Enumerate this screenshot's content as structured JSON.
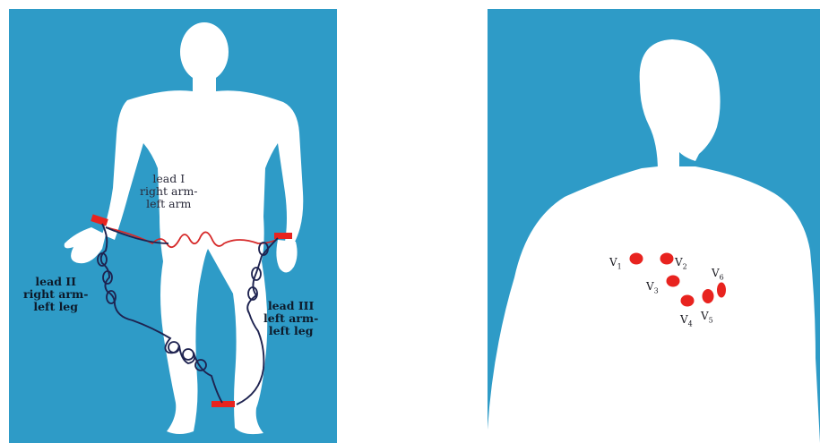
{
  "colors": {
    "background": "#2e9bc7",
    "body": "#ffffff",
    "electrode": "#e8231f",
    "wire_dark": "#1e2350",
    "wire_red": "#d62a2a"
  },
  "limb_leads": {
    "lead1": {
      "title": "lead I",
      "line1": "right arm-",
      "line2": "left arm"
    },
    "lead2": {
      "title": "lead II",
      "line1": "right arm-",
      "line2": "left leg"
    },
    "lead3": {
      "title": "lead III",
      "line1": "left arm-",
      "line2": "left leg"
    }
  },
  "chest_leads": [
    {
      "base": "V",
      "sub": "1"
    },
    {
      "base": "V",
      "sub": "2"
    },
    {
      "base": "V",
      "sub": "3"
    },
    {
      "base": "V",
      "sub": "4"
    },
    {
      "base": "V",
      "sub": "5"
    },
    {
      "base": "V",
      "sub": "6"
    }
  ]
}
